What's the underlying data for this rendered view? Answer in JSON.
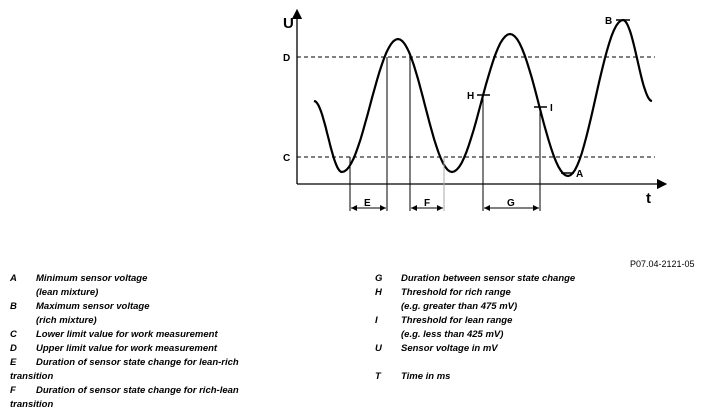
{
  "diagram": {
    "axis_labels": {
      "y": "U",
      "x": "t"
    },
    "level_labels": {
      "upper": "D",
      "lower": "C",
      "rich_threshold": "H",
      "lean_threshold": "I"
    },
    "point_labels": {
      "minimum": "A",
      "maximum": "B"
    },
    "interval_labels": {
      "lean_rich": "E",
      "rich_lean": "F",
      "state_change": "G"
    }
  },
  "figure_id": "P07.04-2121-05",
  "legend_left": [
    {
      "key": "A",
      "desc": "Minimum sensor voltage\n(lean mixture)"
    },
    {
      "key": "B",
      "desc": "Maximum sensor voltage\n(rich mixture)"
    },
    {
      "key": "C",
      "desc": "Lower limit value for work measurement"
    },
    {
      "key": "D",
      "desc": "Upper limit value for work measurement"
    },
    {
      "key": "E",
      "desc": "Duration of sensor state change for lean-rich\ntransition"
    },
    {
      "key": "F",
      "desc": "Duration of sensor state change for rich-lean\ntransition"
    }
  ],
  "legend_right": [
    {
      "key": "G",
      "desc": "Duration between sensor state change"
    },
    {
      "key": "H",
      "desc": "Threshold for rich range\n(e.g. greater than 475 mV)"
    },
    {
      "key": "I",
      "desc": "Threshold for lean range\n(e.g. less than 425 mV)"
    },
    {
      "key": "U",
      "desc": "Sensor voltage in mV"
    },
    {
      "key": "T",
      "desc": "Time in ms"
    }
  ]
}
